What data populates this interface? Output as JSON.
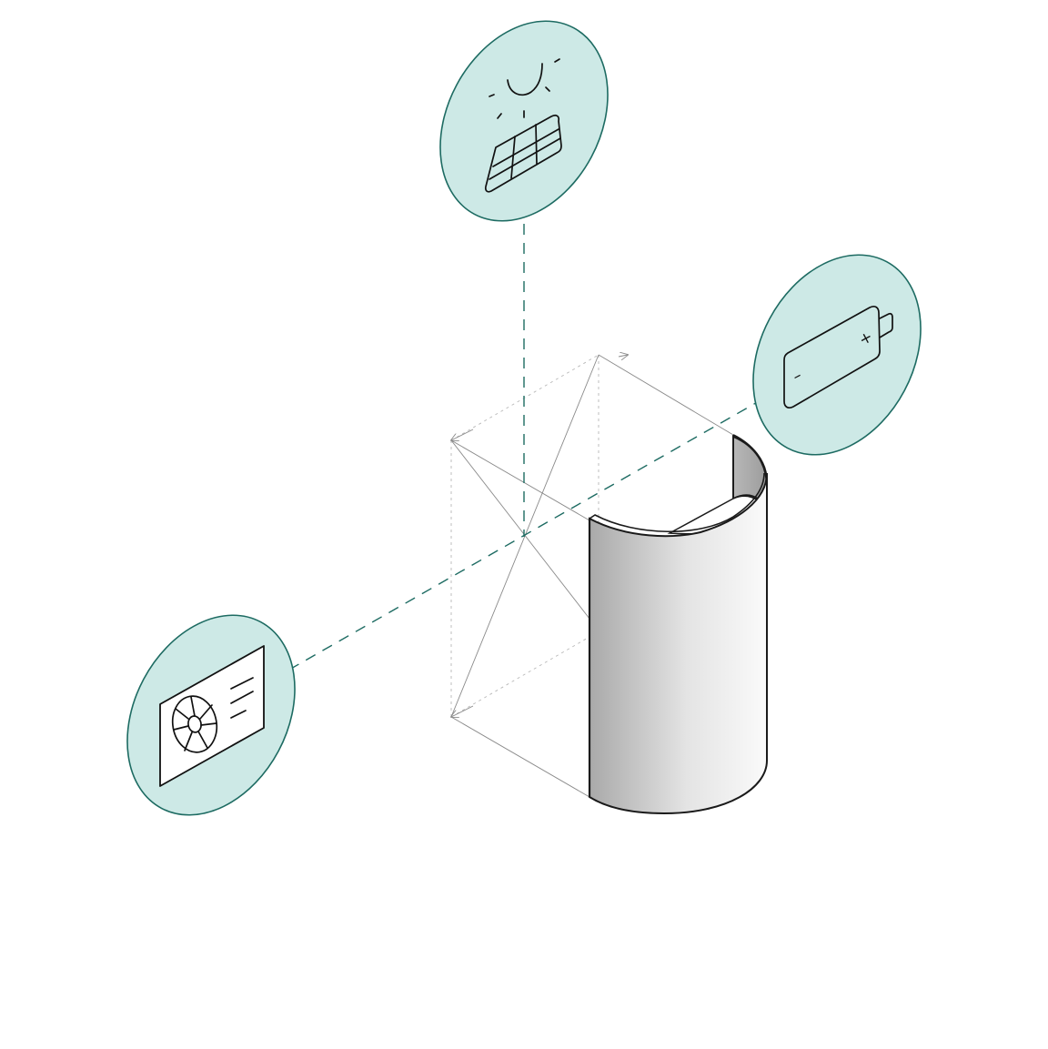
{
  "diagram": {
    "colors": {
      "bubble_fill": "#cde9e6",
      "bubble_stroke": "#1d6b62",
      "connector": "#1d6b62",
      "device_dark": "#a9a9a9",
      "device_light": "#fafafa",
      "device_outline": "#1a1a1a",
      "guide_lines": "#8a8a8a",
      "background": "#ffffff"
    },
    "central_device": {
      "icon": "curved-cylinder-unit-icon"
    },
    "nodes": [
      {
        "id": "solar",
        "icon": "solar-panel-with-sun-icon"
      },
      {
        "id": "battery",
        "icon": "battery-icon",
        "plus_label": "+",
        "minus_label": "–"
      },
      {
        "id": "heat-pump",
        "icon": "heat-pump-outdoor-unit-icon"
      }
    ]
  }
}
